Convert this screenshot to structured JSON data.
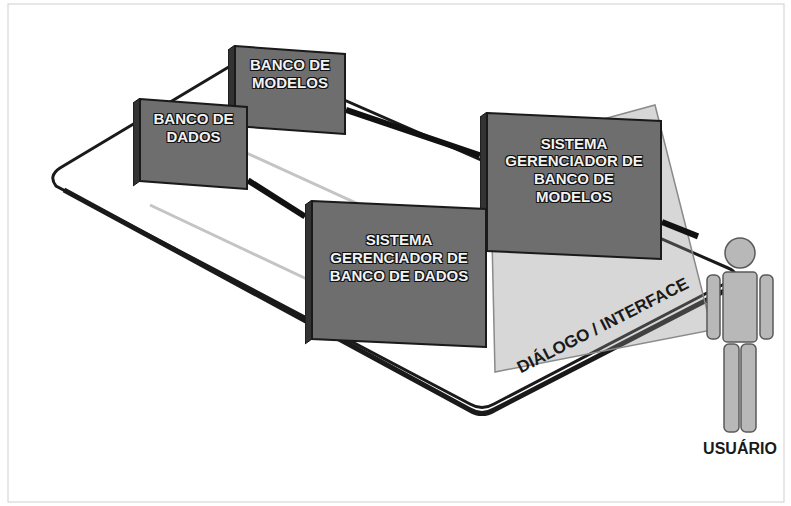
{
  "diagram": {
    "nodes": [
      {
        "text": [
          "BANCO DE MODELOS"
        ]
      },
      {
        "text": [
          "BANCO DE DADOS"
        ]
      },
      {
        "text": [
          "SISTEMA GERENCIADOR DE BANCO DE MODELOS"
        ]
      },
      {
        "text": [
          "SISTEMA GERENCIADOR DE BANCO DE DADOS"
        ]
      },
      {
        "text": [
          "DIÁLOGO / INTERFACE"
        ]
      },
      {
        "text": [
          "USUÁRIO"
        ]
      }
    ],
    "edges": [
      {
        "from": 0,
        "to": 2,
        "arrow": "none"
      },
      {
        "from": 1,
        "to": 3,
        "arrow": "none"
      },
      {
        "from": 2,
        "to": 5,
        "arrow": "none"
      }
    ]
  }
}
